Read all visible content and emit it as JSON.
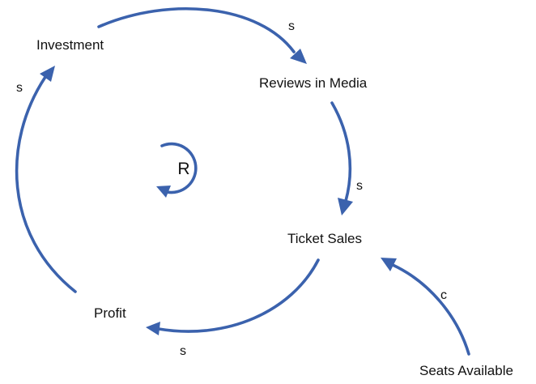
{
  "colors": {
    "arrow": "#3b62ad",
    "text": "#111111",
    "background": "#ffffff"
  },
  "nodes": {
    "investment": "Investment",
    "reviews": "Reviews in Media",
    "ticket_sales": "Ticket Sales",
    "profit": "Profit",
    "seats": "Seats Available"
  },
  "links": {
    "investment_to_reviews": "s",
    "reviews_to_ticket_sales": "s",
    "ticket_sales_to_profit": "s",
    "profit_to_investment": "s",
    "seats_to_ticket_sales": "c"
  },
  "loop": {
    "label": "R"
  }
}
